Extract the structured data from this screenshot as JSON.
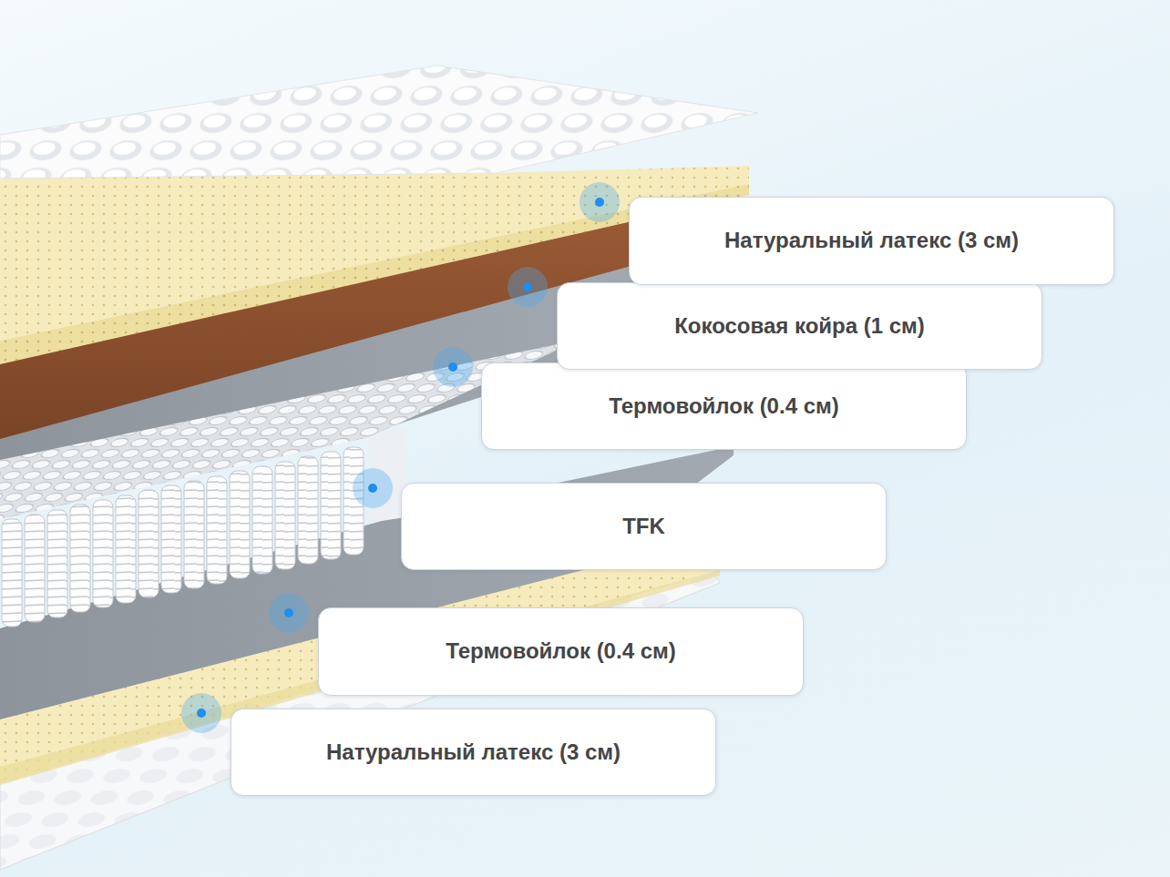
{
  "diagram": {
    "nodes": [
      {
        "text": [
          "Натуральный латекс (3 см)"
        ]
      },
      {
        "text": [
          "Кокосовая койра (1 см)"
        ]
      },
      {
        "text": [
          "Термовойлок (0.4 см)"
        ]
      },
      {
        "text": [
          "TFK"
        ]
      },
      {
        "text": [
          "Термовойлок (0.4 см)"
        ]
      },
      {
        "text": [
          "Натуральный латекс (3 см)"
        ]
      }
    ]
  }
}
